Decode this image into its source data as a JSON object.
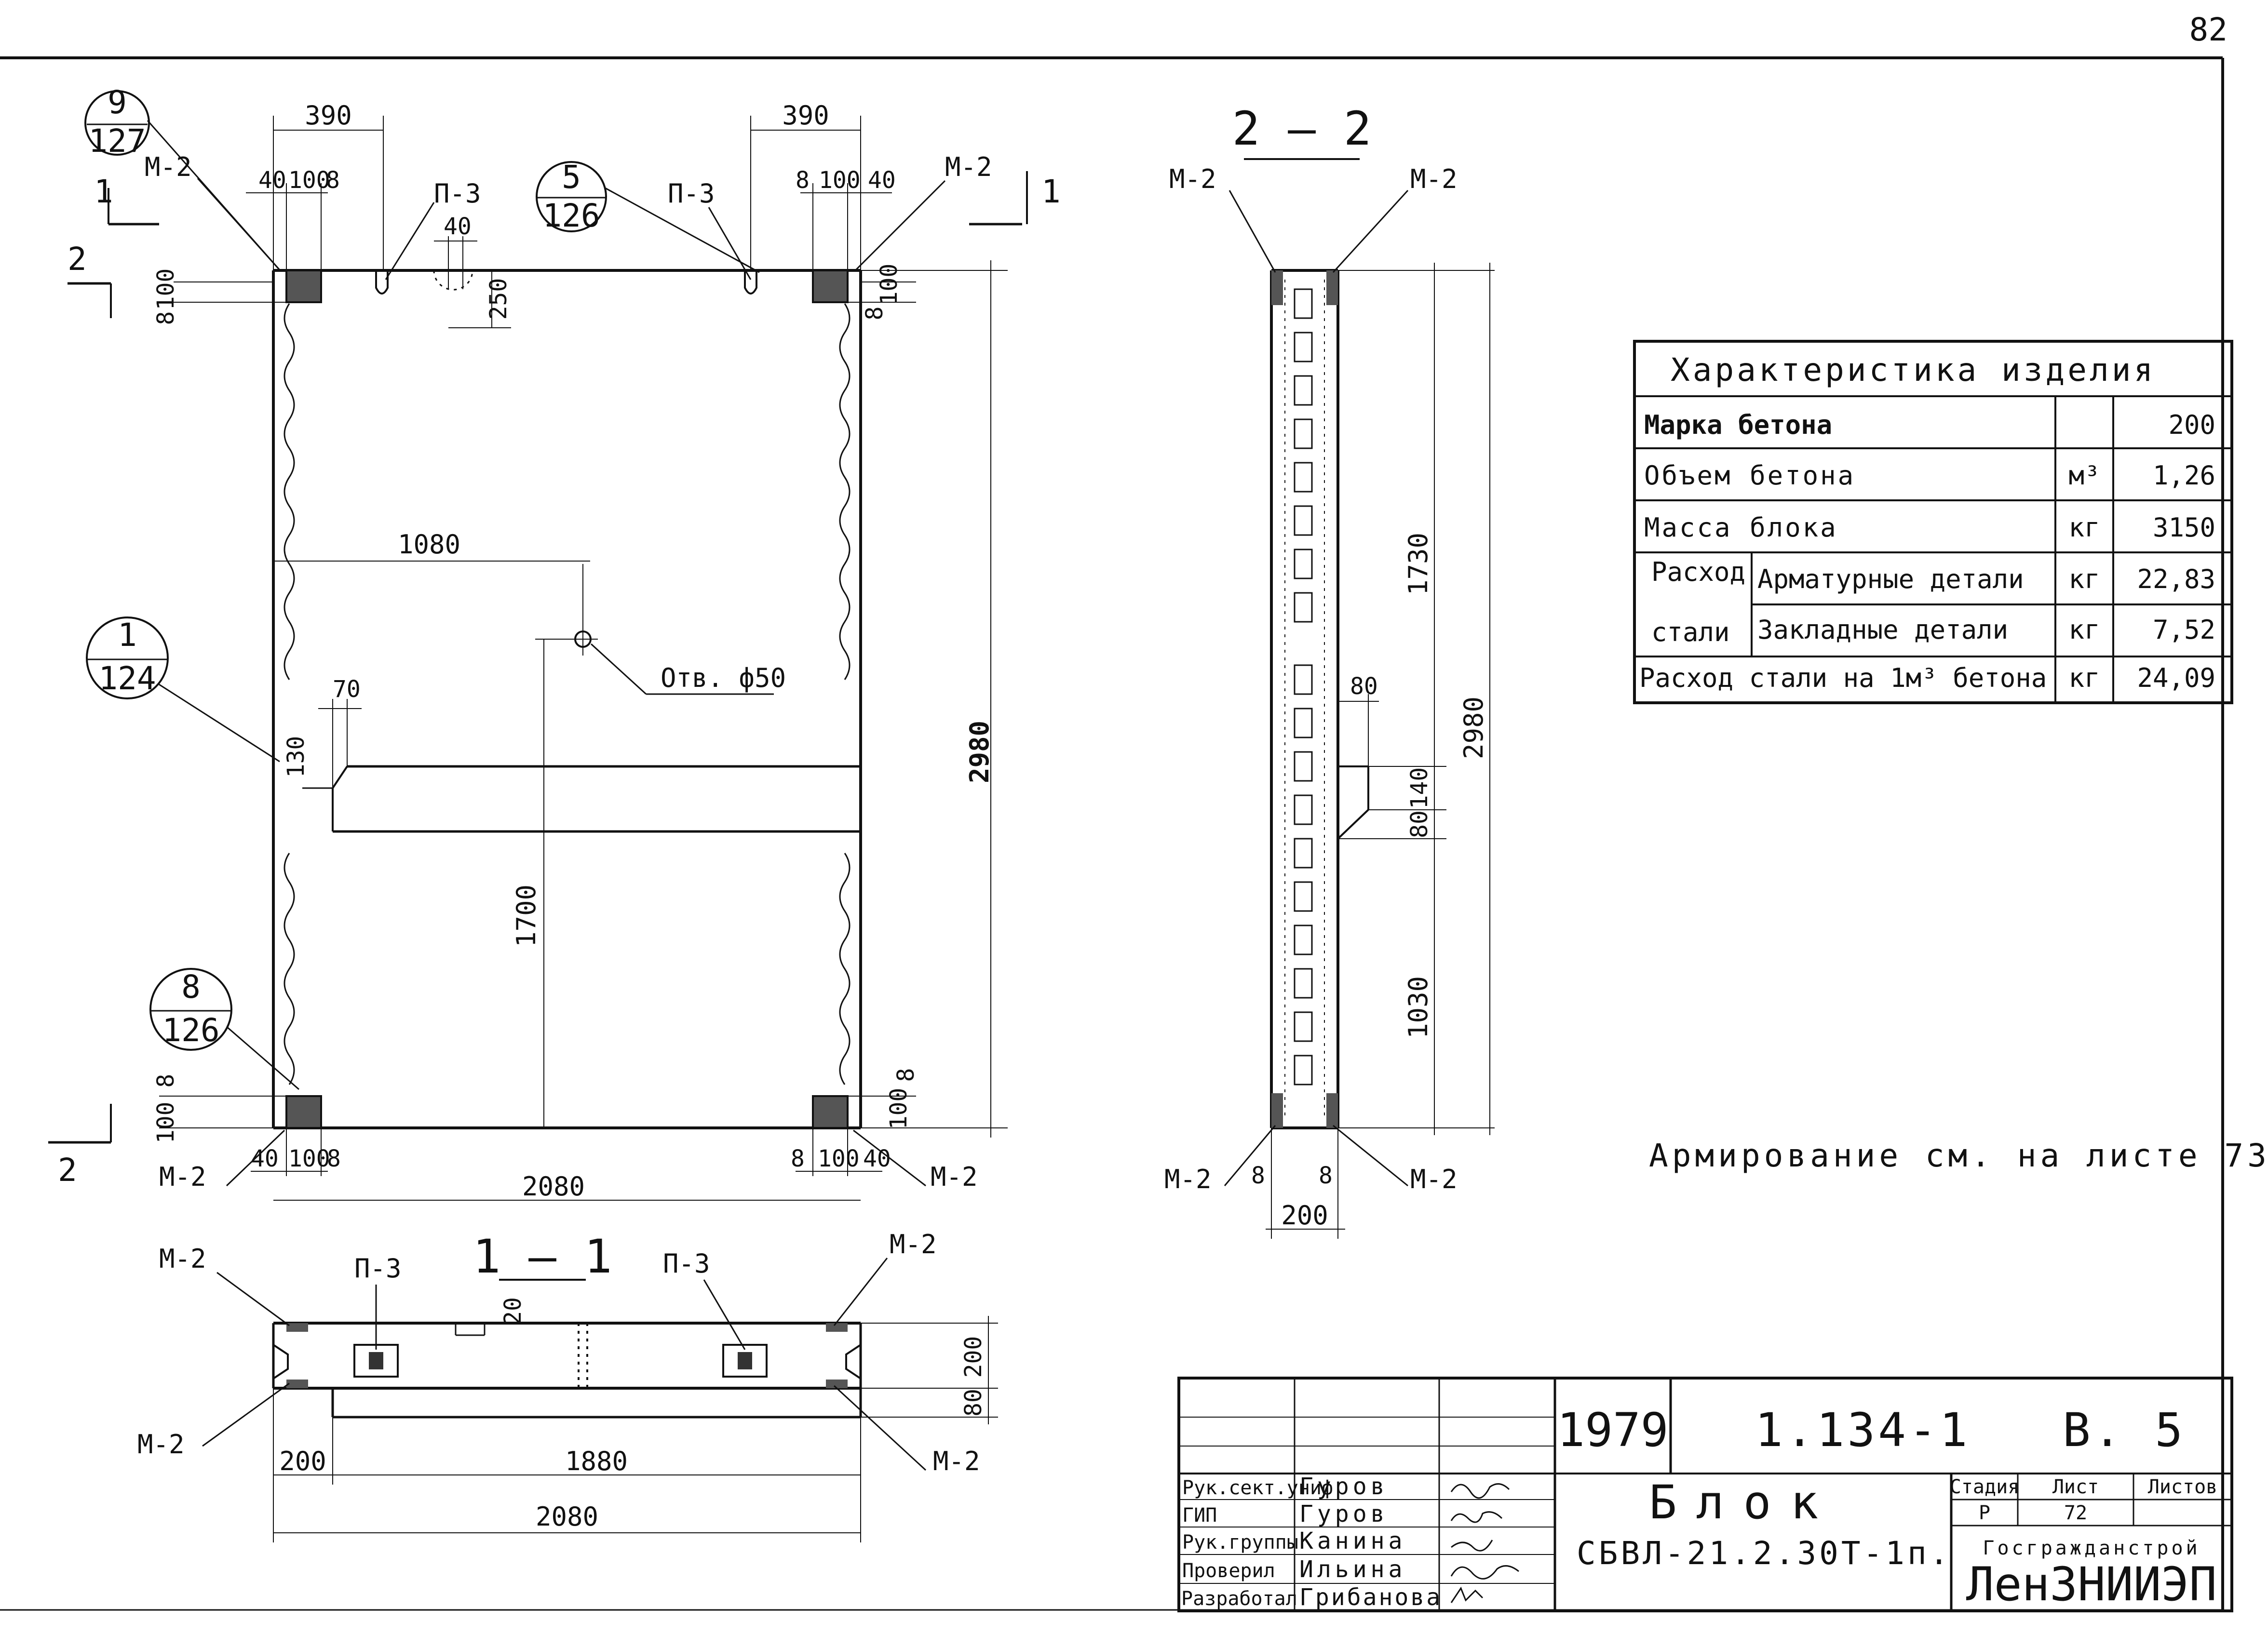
{
  "sheet_no": "82",
  "colors": {
    "ink": "#111111",
    "paper": "#ffffff"
  },
  "plan": {
    "dims": {
      "top_left": "390",
      "top_right": "390",
      "d40": "40",
      "d100": "100",
      "d8": "8",
      "hole_40": "40",
      "hole_250": "250",
      "d1080": "1080",
      "d1700": "1700",
      "d70": "70",
      "d130": "130",
      "d2980": "2980",
      "d2080": "2080"
    },
    "labels": {
      "m2": "М-2",
      "p3": "П-3",
      "section1": "1",
      "section2": "2",
      "hole": "Отв. ф50"
    },
    "callouts": [
      {
        "num": "9",
        "sheet": "127"
      },
      {
        "num": "5",
        "sheet": "126"
      },
      {
        "num": "1",
        "sheet": "124"
      },
      {
        "num": "8",
        "sheet": "126"
      }
    ]
  },
  "section_1_1": {
    "title": "1 — 1",
    "dims": {
      "d20": "20",
      "d200": "200",
      "d80": "80",
      "d1880": "1880",
      "d2080": "2080"
    }
  },
  "section_2_2": {
    "title": "2 — 2",
    "dims": {
      "d1730": "1730",
      "d2980": "2980",
      "d80a": "80",
      "d140": "140",
      "d80b": "80",
      "d1030": "1030",
      "d8": "8",
      "d200": "200"
    }
  },
  "spec_table": {
    "title": "Характеристика изделия",
    "rows": [
      {
        "label": "Марка бетона",
        "unit": "",
        "value": "200"
      },
      {
        "label": "Объем бетона",
        "unit": "м³",
        "value": "1,26"
      },
      {
        "label": "Масса блока",
        "unit": "кг",
        "value": "3150"
      },
      {
        "group": "Расход",
        "label": "Арматурные детали",
        "unit": "кг",
        "value": "22,83"
      },
      {
        "group": "стали",
        "label": "Закладные детали",
        "unit": "кг",
        "value": "7,52"
      },
      {
        "label": "Расход стали на 1м³ бетона",
        "unit": "кг",
        "value": "24,09"
      }
    ]
  },
  "note": "Армирование см. на листе 73.",
  "title_block": {
    "year": "1979",
    "doc_code": "1.134-1   В. 5",
    "product": "Блок",
    "mark": "СБВЛ-21.2.30Т-1п.",
    "headers": {
      "stage": "Стадия",
      "sheet": "Лист",
      "sheets": "Листов"
    },
    "stage_value": "Р",
    "sheet_value": "72",
    "org1": "Госгражданстрой",
    "org2": "ЛенЗНИИЭП",
    "signatures": [
      {
        "role": "Рук.сект.униф",
        "name": "Гуров"
      },
      {
        "role": "ГИП",
        "name": "Гуров"
      },
      {
        "role": "Рук.группы",
        "name": "Канина"
      },
      {
        "role": "Проверил",
        "name": "Ильина"
      },
      {
        "role": "Разработал",
        "name": "Грибанова"
      }
    ]
  }
}
